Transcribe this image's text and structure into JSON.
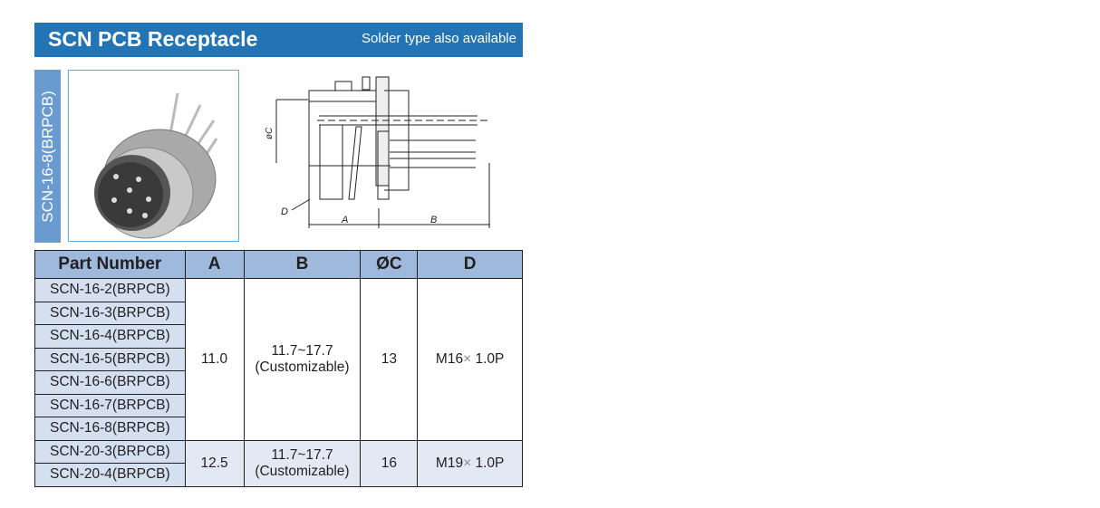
{
  "header": {
    "title": "SCN PCB Receptacle",
    "subtitle": "Solder type also available"
  },
  "model_label": "SCN-16-8(BRPCB)",
  "drawing": {
    "labels": {
      "a": "A",
      "b": "B",
      "c": "øC",
      "d": "D"
    }
  },
  "table": {
    "headers": [
      "Part Number",
      "A",
      "B",
      "ØC",
      "D"
    ],
    "groups": [
      {
        "parts": [
          "SCN-16-2(BRPCB)",
          "SCN-16-3(BRPCB)",
          "SCN-16-4(BRPCB)",
          "SCN-16-5(BRPCB)",
          "SCN-16-6(BRPCB)",
          "SCN-16-7(BRPCB)",
          "SCN-16-8(BRPCB)"
        ],
        "a": "11.0",
        "b1": "11.7~17.7",
        "b2": "(Customizable)",
        "c": "13",
        "d1": "M16",
        "dx": "×",
        "d2": "1.0P"
      },
      {
        "parts": [
          "SCN-20-3(BRPCB)",
          "SCN-20-4(BRPCB)"
        ],
        "a": "12.5",
        "b1": "11.7~17.7",
        "b2": "(Customizable)",
        "c": "16",
        "d1": "M19",
        "dx": "×",
        "d2": "1.0P"
      }
    ]
  }
}
